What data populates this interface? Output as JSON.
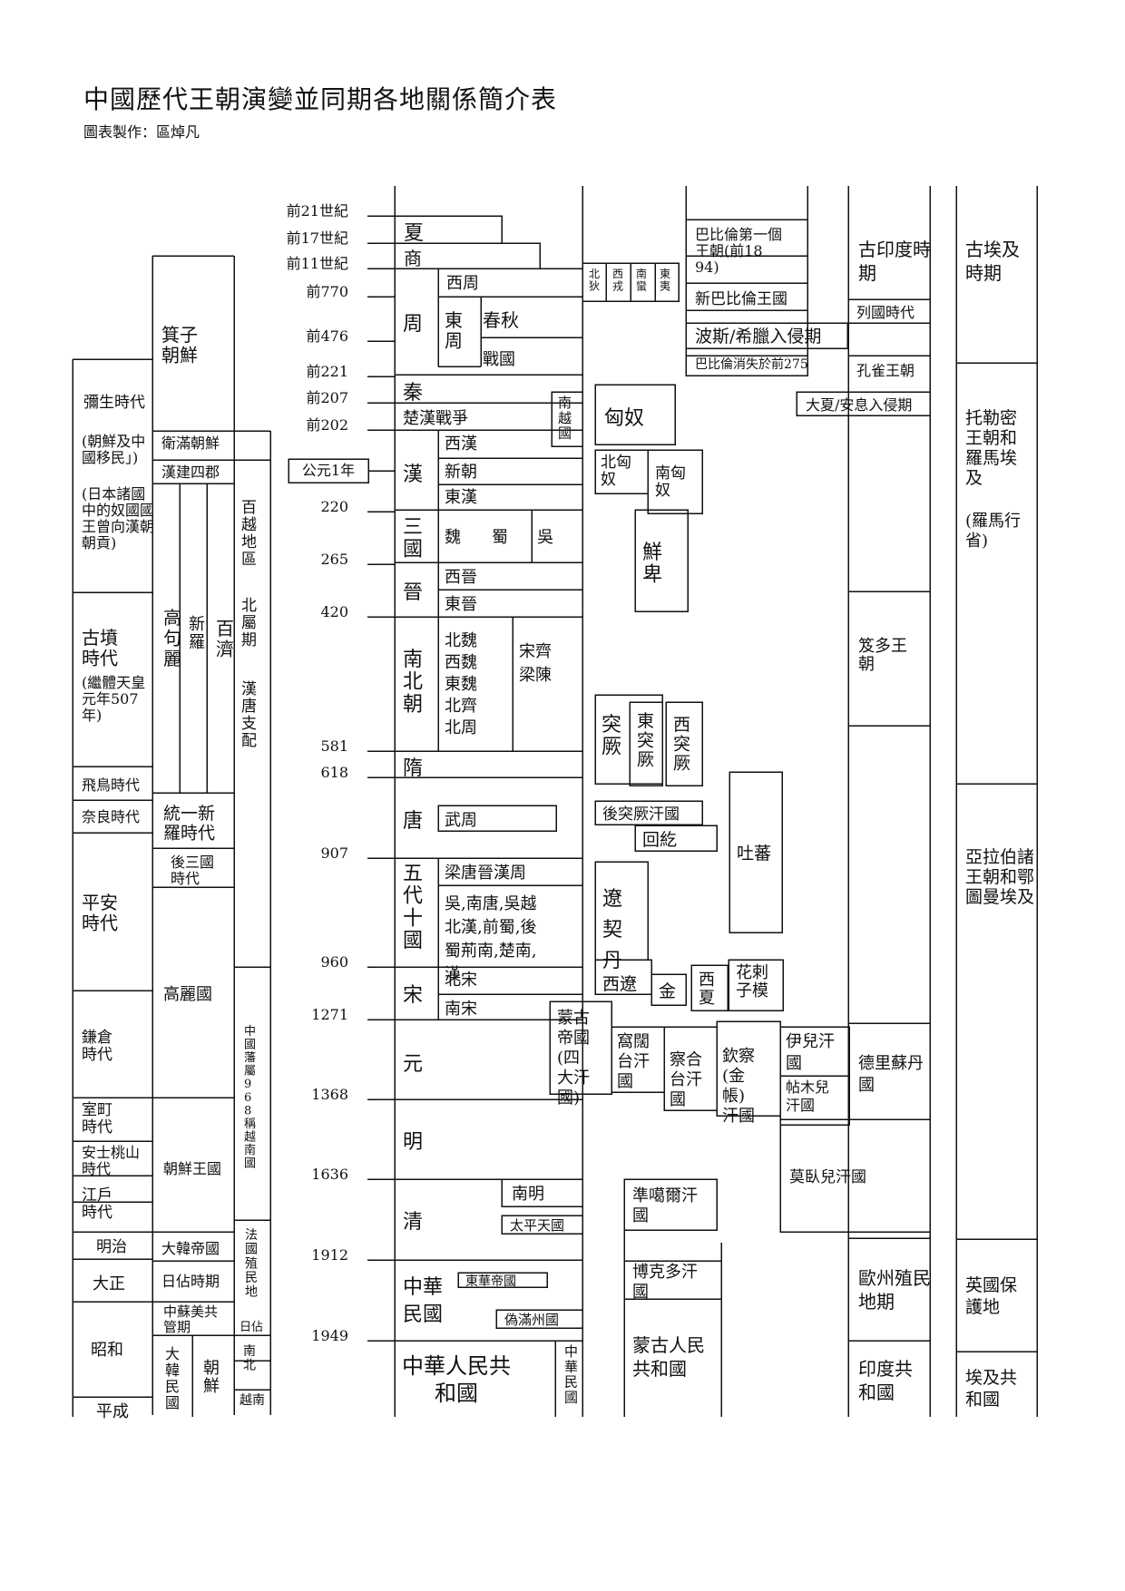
{
  "title": "中國歷代王朝演變並同期各地關係簡介表",
  "subtitle": "圖表製作：區焯凡",
  "years": {
    "y21c": "前21世紀",
    "y17c": "前17世紀",
    "y11c": "前11世紀",
    "y770": "前770",
    "y476": "前476",
    "y221": "前221",
    "y207": "前207",
    "y202": "前202",
    "ad1": "公元1年",
    "y220": "220",
    "y265": "265",
    "y420": "420",
    "y581": "581",
    "y618": "618",
    "y907": "907",
    "y960": "960",
    "y1271": "1271",
    "y1368": "1368",
    "y1636": "1636",
    "y1912": "1912",
    "y1949": "1949"
  },
  "japan": {
    "yayoi": "彌生時代",
    "yayoi_note1": "(朝鮮及中國移民」)",
    "yayoi_note2": "(日本諸國中的奴國國王曾向漢朝朝貢)",
    "kofun": "古墳時代",
    "kofun_note": "(繼體天皇元年507年)",
    "asuka": "飛鳥時代",
    "nara": "奈良時代",
    "heian": "平安時代",
    "kamakura": "鎌倉時代",
    "muromachi": "室町時代",
    "azuchi": "安士桃山時代",
    "edo": "江戶時代",
    "meiji": "明治",
    "taisho": "大正",
    "showa": "昭和",
    "heisei": "平成"
  },
  "korea": {
    "jizi": "箕子朝鮮",
    "weiman": "衛滿朝鮮",
    "hansi": "漢建四郡",
    "goguryeo": "高句麗",
    "silla": "新羅",
    "baekje": "百濟",
    "unified_silla": "統一新羅時代",
    "later_three": "後三國時代",
    "goryeo": "高麗國",
    "joseon": "朝鮮王國",
    "empire": "大韓帝國",
    "jp_occ": "日佔時期",
    "trust": "中蘇美共管期",
    "rok": "大韓民國",
    "dprk": "朝鮮"
  },
  "vietnam": {
    "baiyue": "百越地區",
    "north": "北屬期",
    "hantang": "漢唐支配",
    "vassal": "中國藩屬968稱越南國",
    "french": "法國殖民地",
    "jp": "日佔",
    "ns": "南北",
    "vn": "越南"
  },
  "china": {
    "xia": "夏",
    "shang": "商",
    "zhou": "周",
    "western_zhou": "西周",
    "eastern_zhou": "東周",
    "spring": "春秋",
    "warring": "戰國",
    "qin": "秦",
    "chuhan": "楚漢戰爭",
    "han": "漢",
    "western_han": "西漢",
    "xin": "新朝",
    "eastern_han": "東漢",
    "three": "三國",
    "wei": "魏",
    "shu": "蜀",
    "wu": "吳",
    "jin": "晉",
    "western_jin": "西晉",
    "eastern_jin": "東晉",
    "nanbei": "南北朝",
    "north_dyn": "北魏西魏東魏北齊北周",
    "south_dyn": "宋齊梁陳",
    "sui": "隋",
    "tang": "唐",
    "wuzhou": "武周",
    "five": "五代十國",
    "five_dyn": "梁唐晉漢周",
    "ten": "吳,南唐,吳越北漢,前蜀,後蜀荊南,楚南,漢",
    "song": "宋",
    "north_song": "北宋",
    "south_song": "南宋",
    "yuan": "元",
    "ming": "明",
    "qing": "清",
    "south_ming": "南明",
    "taiping": "太平天國",
    "roc": "中華民國",
    "hongxian": "東華帝國",
    "manchukuo": "偽滿州國",
    "prc": "中華人民共和國",
    "roc_tw": "中華民國"
  },
  "steppe": {
    "beidi": "北狄",
    "xirong": "西戎",
    "nanman": "南蠻",
    "dongyi": "東夷",
    "nanyue": "南越國",
    "xiongnu": "匈奴",
    "n_xiongnu": "北匈奴",
    "s_xiongnu": "南匈奴",
    "xianbei": "鮮卑",
    "turk": "突厥",
    "e_turk": "東突厥",
    "w_turk": "西突厥",
    "later_turk": "後突厥汗國",
    "uyghur": "回紇",
    "tibet": "吐蕃",
    "liao": "遼契丹",
    "w_liao": "西遼",
    "jin": "金",
    "xixia": "西夏",
    "khwarazm": "花剌子模",
    "mongol": "蒙古帝國(四大汗國)",
    "ogedei": "窩闊台汗國",
    "chagatai": "察合台汗國",
    "golden": "欽察(金帳)汗國",
    "ilkhan": "伊兒汗國",
    "timur": "帖木兒汗國",
    "dzungar": "準噶爾汗國",
    "bogd": "博克多汗國",
    "mpr": "蒙古人民共和國"
  },
  "mideast": {
    "babylon1": "巴比倫第一個王朝(前1894)",
    "neobabylon": "新巴比倫王國",
    "persia": "波斯/希臘入侵期",
    "babylon_end": "巴比倫消失於前275"
  },
  "india": {
    "ancient": "古印度時期",
    "states": "列國時代",
    "maurya": "孔雀王朝",
    "bactria": "大夏/安息入侵期",
    "gupta": "笈多王朝",
    "delhi": "德里蘇丹國",
    "mughal": "莫臥兒汗國",
    "colonial": "歐州殖民地期",
    "republic": "印度共和國"
  },
  "egypt": {
    "ancient": "古埃及時期",
    "ptolemy": "托勒密王朝和羅馬埃及",
    "roman": "(羅馬行省)",
    "arab": "亞拉伯諸王朝和鄂圖曼埃及",
    "british": "英國保護地",
    "republic": "埃及共和國"
  }
}
